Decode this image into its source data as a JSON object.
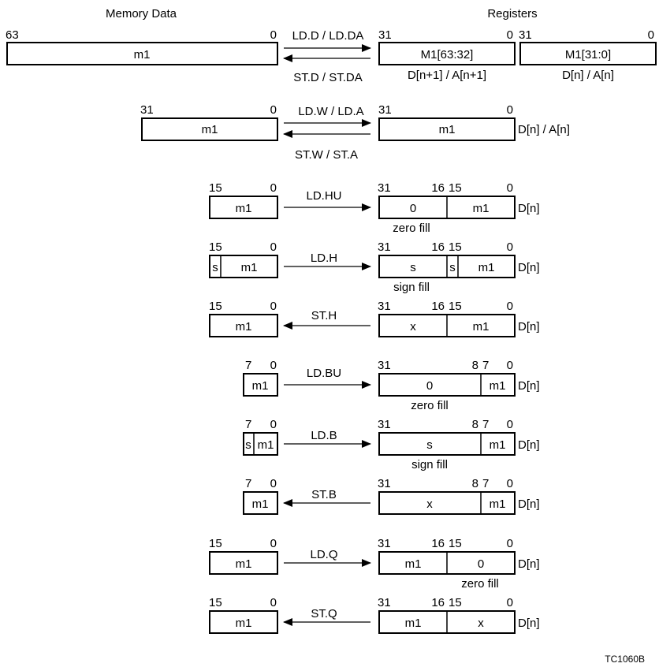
{
  "header": {
    "memory_title": "Memory Data",
    "registers_title": "Registers"
  },
  "row_dword": {
    "mem_bit_hi": "63",
    "mem_bit_lo": "0",
    "mem_value": "m1",
    "load_op": "LD.D / LD.DA",
    "store_op": "ST.D / ST.DA",
    "reg_hi": {
      "bit_hi": "31",
      "bit_lo": "0",
      "value": "M1[63:32]",
      "label": "D[n+1] / A[n+1]"
    },
    "reg_lo": {
      "bit_hi": "31",
      "bit_lo": "0",
      "value": "M1[31:0]",
      "label": "D[n] / A[n]"
    }
  },
  "row_word": {
    "mem_bit_hi": "31",
    "mem_bit_lo": "0",
    "mem_value": "m1",
    "load_op": "LD.W / LD.A",
    "store_op": "ST.W / ST.A",
    "reg_bit_hi": "31",
    "reg_bit_lo": "0",
    "reg_value": "m1",
    "reg_label": "D[n] / A[n]"
  },
  "row_ld_hu": {
    "mem_bit_hi": "15",
    "mem_bit_lo": "0",
    "mem_value": "m1",
    "op": "LD.HU",
    "reg_b31": "31",
    "reg_b16": "16",
    "reg_b15": "15",
    "reg_b0": "0",
    "reg_upper": "0",
    "reg_lower": "m1",
    "fill": "zero fill",
    "reg_label": "D[n]"
  },
  "row_ld_h": {
    "mem_bit_hi": "15",
    "mem_bit_lo": "0",
    "mem_sign": "s",
    "mem_value": "m1",
    "op": "LD.H",
    "reg_b31": "31",
    "reg_b16": "16",
    "reg_b15": "15",
    "reg_b0": "0",
    "reg_upper": "s",
    "reg_sign": "s",
    "reg_lower": "m1",
    "fill": "sign fill",
    "reg_label": "D[n]"
  },
  "row_st_h": {
    "mem_bit_hi": "15",
    "mem_bit_lo": "0",
    "mem_value": "m1",
    "op": "ST.H",
    "reg_b31": "31",
    "reg_b16": "16",
    "reg_b15": "15",
    "reg_b0": "0",
    "reg_upper": "x",
    "reg_lower": "m1",
    "reg_label": "D[n]"
  },
  "row_ld_bu": {
    "mem_bit_hi": "7",
    "mem_bit_lo": "0",
    "mem_value": "m1",
    "op": "LD.BU",
    "reg_b31": "31",
    "reg_b8": "8",
    "reg_b7": "7",
    "reg_b0": "0",
    "reg_upper": "0",
    "reg_lower": "m1",
    "fill": "zero fill",
    "reg_label": "D[n]"
  },
  "row_ld_b": {
    "mem_bit_hi": "7",
    "mem_bit_lo": "0",
    "mem_sign": "s",
    "mem_value": "m1",
    "op": "LD.B",
    "reg_b31": "31",
    "reg_b8": "8",
    "reg_b7": "7",
    "reg_b0": "0",
    "reg_upper": "s",
    "reg_lower": "m1",
    "fill": "sign fill",
    "reg_label": "D[n]"
  },
  "row_st_b": {
    "mem_bit_hi": "7",
    "mem_bit_lo": "0",
    "mem_value": "m1",
    "op": "ST.B",
    "reg_b31": "31",
    "reg_b8": "8",
    "reg_b7": "7",
    "reg_b0": "0",
    "reg_upper": "x",
    "reg_lower": "m1",
    "reg_label": "D[n]"
  },
  "row_ld_q": {
    "mem_bit_hi": "15",
    "mem_bit_lo": "0",
    "mem_value": "m1",
    "op": "LD.Q",
    "reg_b31": "31",
    "reg_b16": "16",
    "reg_b15": "15",
    "reg_b0": "0",
    "reg_upper": "m1",
    "reg_lower": "0",
    "fill": "zero fill",
    "reg_label": "D[n]"
  },
  "row_st_q": {
    "mem_bit_hi": "15",
    "mem_bit_lo": "0",
    "mem_value": "m1",
    "op": "ST.Q",
    "reg_b31": "31",
    "reg_b16": "16",
    "reg_b15": "15",
    "reg_b0": "0",
    "reg_upper": "m1",
    "reg_lower": "x",
    "reg_label": "D[n]"
  },
  "footer": {
    "figure_id": "TC1060B"
  }
}
